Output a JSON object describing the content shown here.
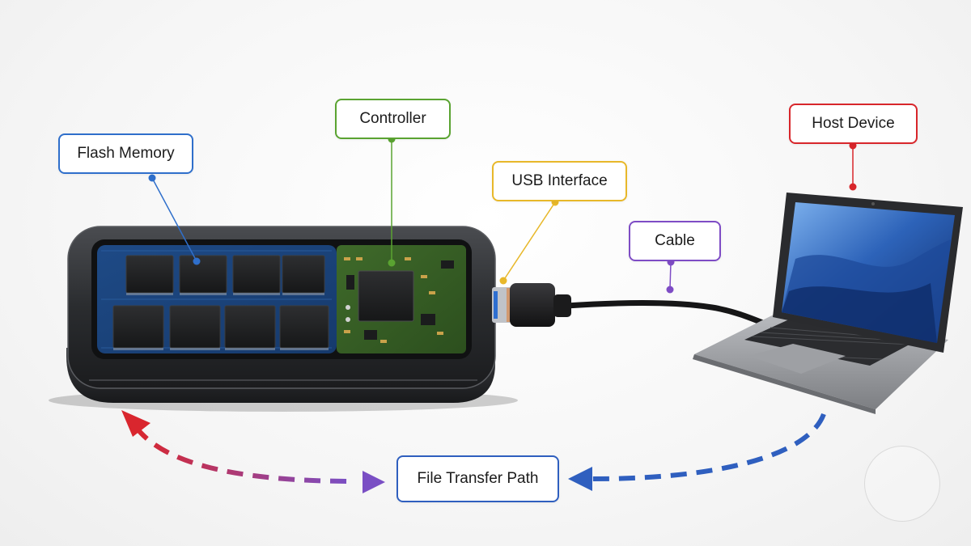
{
  "labels": {
    "flash_memory": "Flash Memory",
    "controller": "Controller",
    "usb_interface": "USB Interface",
    "cable": "Cable",
    "host_device": "Host Device",
    "file_transfer_path": "File Transfer Path"
  },
  "colors": {
    "flash_memory": "#2f6fcb",
    "controller": "#5aa331",
    "usb_interface": "#e8b82a",
    "cable": "#7e4cc5",
    "host_device": "#d8262b",
    "file_transfer_path": "#2f5fbf",
    "arrow_red": "#d9262e",
    "arrow_blue": "#2f5fbf",
    "arrow_purple": "#7a4fc4"
  },
  "icons": {
    "drive": "portable-ssd-icon",
    "laptop": "laptop-icon",
    "watermark": "watermark-badge-icon"
  }
}
